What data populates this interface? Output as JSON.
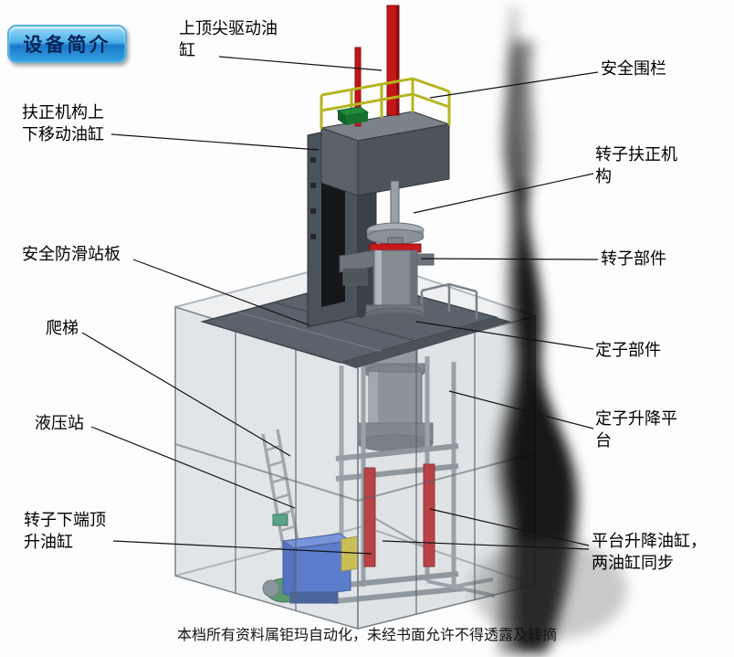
{
  "badge": {
    "label": "设备简介"
  },
  "callouts": [
    {
      "id": "top-center-drive-cylinder",
      "text": "上顶尖驱动油缸"
    },
    {
      "id": "safety-fence",
      "text": "安全围栏"
    },
    {
      "id": "centering-updown-cylinder",
      "text": "扶正机构上下移动油缸"
    },
    {
      "id": "rotor-centering-mechanism",
      "text": "转子扶正机构"
    },
    {
      "id": "anti-slip-standing-board",
      "text": "安全防滑站板"
    },
    {
      "id": "rotor-part",
      "text": "转子部件"
    },
    {
      "id": "ladder",
      "text": "爬梯"
    },
    {
      "id": "stator-part",
      "text": "定子部件"
    },
    {
      "id": "hydraulic-station",
      "text": "液压站"
    },
    {
      "id": "stator-lift-platform",
      "text": "定子升降平台"
    },
    {
      "id": "rotor-bottom-jack-cylinder",
      "text": "转子下端顶升油缸"
    },
    {
      "id": "platform-lift-cylinders",
      "text": "平台升降油缸，两油缸同步"
    }
  ],
  "footer": {
    "text": "本档所有资料属钜玛自动化，未经书面允许不得透露及转摘"
  },
  "colors": {
    "cylinder_red": "#c41616",
    "fence_yellow": "#b5b51f",
    "hydraulic_blue": "#2f5ed2",
    "pump_green": "#2c8c44",
    "structure_gray": "#5a626b",
    "badge_blue": "#2a93dc",
    "smoke_black": "#050505"
  }
}
